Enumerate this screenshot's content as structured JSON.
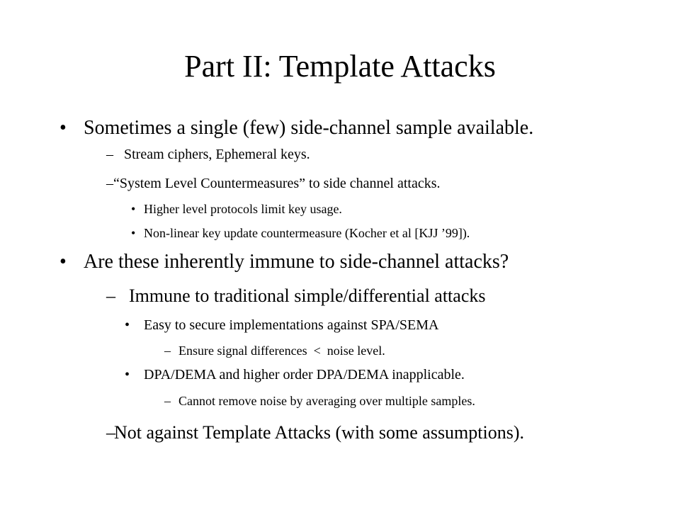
{
  "slide": {
    "title": "Part II: Template Attacks",
    "bullets": [
      "•",
      "Sometimes a single (few) side-channel sample available.",
      "–",
      "Stream ciphers, Ephemeral keys.",
      "–",
      "“System Level Countermeasures” to side channel attacks.",
      "•",
      "Higher level protocols limit key usage.",
      "•",
      "Non-linear key update countermeasure (Kocher et al [KJJ ’99]).",
      "•",
      "Are these inherently immune to side-channel attacks?",
      "–",
      "Immune to traditional simple/differential attacks",
      "•",
      "Easy to secure implementations against SPA/SEMA",
      "–",
      "Ensure signal differences  <  noise level.",
      "•",
      "DPA/DEMA and higher order DPA/DEMA inapplicable.",
      "–",
      "Cannot remove noise by averaging over multiple samples.",
      "–",
      "Not against Template Attacks (with some assumptions)."
    ]
  }
}
